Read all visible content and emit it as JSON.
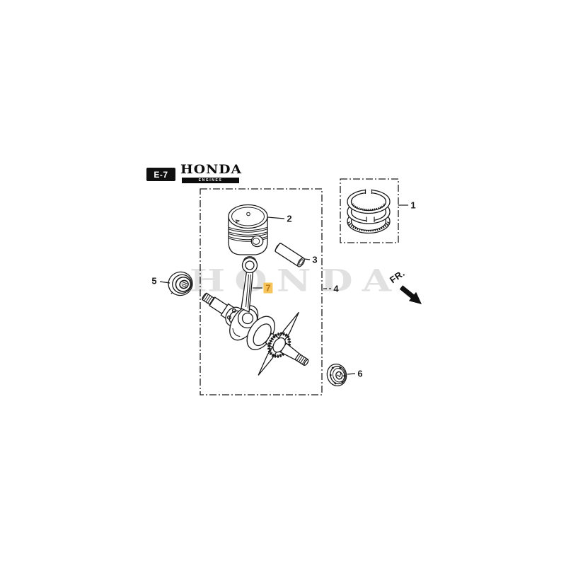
{
  "header": {
    "section_badge": "E-7",
    "brand": "HONDA",
    "brand_subtitle": "ENGINES"
  },
  "watermark": "HONDA",
  "fr_indicator": "FR.",
  "callouts": [
    {
      "label": "1",
      "part": "piston-ring-set",
      "highlighted": false
    },
    {
      "label": "2",
      "part": "piston",
      "highlighted": false
    },
    {
      "label": "3",
      "part": "piston-pin",
      "highlighted": false
    },
    {
      "label": "4",
      "part": "piston-crankshaft-assembly",
      "highlighted": false
    },
    {
      "label": "5",
      "part": "oil-seal-left",
      "highlighted": false
    },
    {
      "label": "6",
      "part": "oil-seal-right",
      "highlighted": false
    },
    {
      "label": "7",
      "part": "connecting-rod",
      "highlighted": true
    }
  ],
  "colors": {
    "line": "#1a1a1a",
    "highlight_bg": "#f6c45a",
    "highlight_text": "#c07b12",
    "watermark": "#b9b9b9",
    "badge_bg": "#101010"
  }
}
